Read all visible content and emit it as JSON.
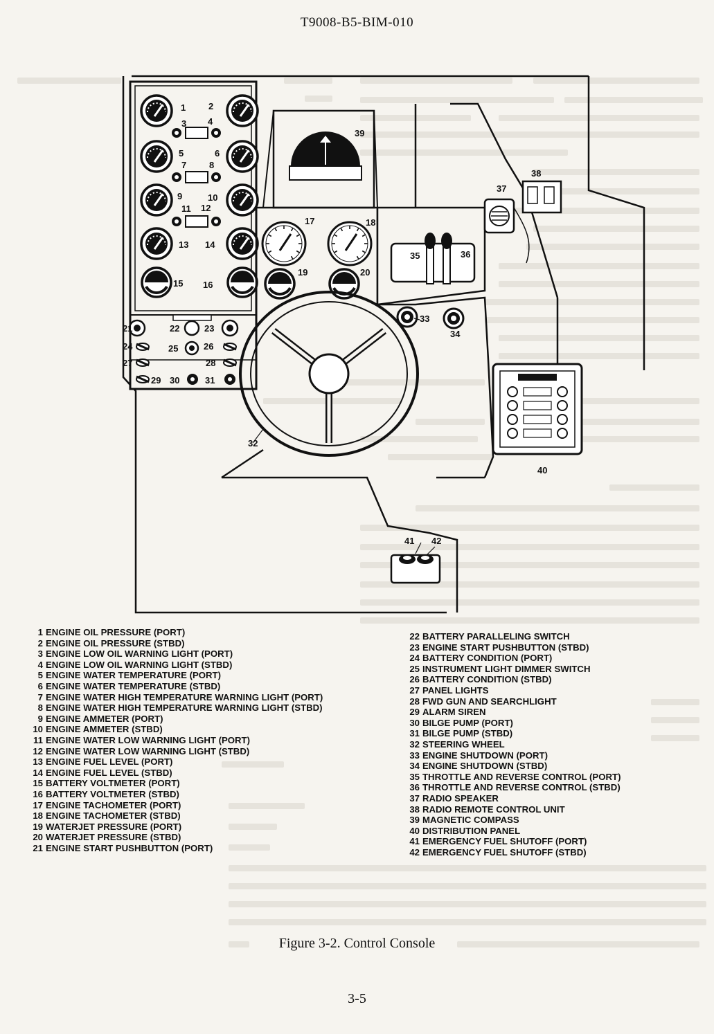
{
  "header": {
    "doc_number": "T9008-B5-BIM-010"
  },
  "callouts": [
    "1",
    "2",
    "3",
    "4",
    "5",
    "6",
    "7",
    "8",
    "9",
    "10",
    "11",
    "12",
    "13",
    "14",
    "15",
    "16",
    "17",
    "18",
    "19",
    "20",
    "21",
    "22",
    "23",
    "24",
    "25",
    "26",
    "27",
    "28",
    "29",
    "30",
    "31",
    "32",
    "33",
    "34",
    "35",
    "36",
    "37",
    "38",
    "39",
    "40",
    "41",
    "42"
  ],
  "legend_left": [
    {
      "num": "1",
      "text": "ENGINE OIL PRESSURE (PORT)"
    },
    {
      "num": "2",
      "text": "ENGINE OIL PRESSURE (STBD)"
    },
    {
      "num": "3",
      "text": "ENGINE LOW OIL WARNING LIGHT (PORT)"
    },
    {
      "num": "4",
      "text": "ENGINE LOW OIL WARNING LIGHT (STBD)"
    },
    {
      "num": "5",
      "text": "ENGINE WATER TEMPERATURE (PORT)"
    },
    {
      "num": "6",
      "text": "ENGINE WATER TEMPERATURE (STBD)"
    },
    {
      "num": "7",
      "text": "ENGINE WATER HIGH TEMPERATURE WARNING LIGHT (PORT)"
    },
    {
      "num": "8",
      "text": "ENGINE WATER HIGH TEMPERATURE WARNING LIGHT (STBD)"
    },
    {
      "num": "9",
      "text": "ENGINE AMMETER (PORT)"
    },
    {
      "num": "10",
      "text": "ENGINE AMMETER (STBD)"
    },
    {
      "num": "11",
      "text": "ENGINE WATER LOW WARNING LIGHT (PORT)"
    },
    {
      "num": "12",
      "text": "ENGINE WATER LOW WARNING LIGHT (STBD)"
    },
    {
      "num": "13",
      "text": "ENGINE FUEL LEVEL (PORT)"
    },
    {
      "num": "14",
      "text": "ENGINE FUEL LEVEL (STBD)"
    },
    {
      "num": "15",
      "text": "BATTERY VOLTMETER (PORT)"
    },
    {
      "num": "16",
      "text": "BATTERY VOLTMETER (STBD)"
    },
    {
      "num": "17",
      "text": "ENGINE TACHOMETER (PORT)"
    },
    {
      "num": "18",
      "text": "ENGINE TACHOMETER (STBD)"
    },
    {
      "num": "19",
      "text": "WATERJET PRESSURE (PORT)"
    },
    {
      "num": "20",
      "text": "WATERJET PRESSURE (STBD)"
    },
    {
      "num": "21",
      "text": "ENGINE START PUSHBUTTON (PORT)"
    }
  ],
  "legend_right": [
    {
      "num": "22",
      "text": "BATTERY PARALLELING SWITCH"
    },
    {
      "num": "23",
      "text": "ENGINE START PUSHBUTTON (STBD)"
    },
    {
      "num": "24",
      "text": "BATTERY CONDITION (PORT)"
    },
    {
      "num": "25",
      "text": "INSTRUMENT LIGHT DIMMER SWITCH"
    },
    {
      "num": "26",
      "text": "BATTERY CONDITION (STBD)"
    },
    {
      "num": "27",
      "text": "PANEL LIGHTS"
    },
    {
      "num": "28",
      "text": "FWD GUN AND SEARCHLIGHT"
    },
    {
      "num": "29",
      "text": "ALARM SIREN"
    },
    {
      "num": "30",
      "text": "BILGE PUMP (PORT)"
    },
    {
      "num": "31",
      "text": "BILGE PUMP (STBD)"
    },
    {
      "num": "32",
      "text": "STEERING WHEEL"
    },
    {
      "num": "33",
      "text": "ENGINE SHUTDOWN (PORT)"
    },
    {
      "num": "34",
      "text": "ENGINE SHUTDOWN (STBD)"
    },
    {
      "num": "35",
      "text": "THROTTLE AND REVERSE CONTROL (PORT)"
    },
    {
      "num": "36",
      "text": "THROTTLE AND REVERSE CONTROL (STBD)"
    },
    {
      "num": "37",
      "text": "RADIO SPEAKER"
    },
    {
      "num": "38",
      "text": "RADIO REMOTE CONTROL UNIT"
    },
    {
      "num": "39",
      "text": "MAGNETIC COMPASS"
    },
    {
      "num": "40",
      "text": "DISTRIBUTION PANEL"
    },
    {
      "num": "41",
      "text": "EMERGENCY FUEL SHUTOFF (PORT)"
    },
    {
      "num": "42",
      "text": "EMERGENCY FUEL SHUTOFF (STBD)"
    }
  ],
  "caption": "Figure 3-2.  Control Console",
  "page_number": "3-5"
}
